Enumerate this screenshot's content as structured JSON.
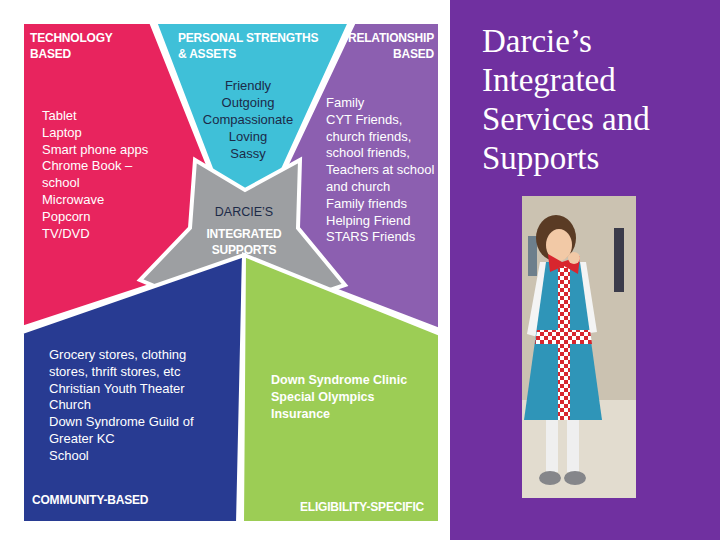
{
  "diagram": {
    "title": "Darcie’s Integrated Services and Supports",
    "nodes": [
      {
        "text": [
          "TECHNOLOGY BASED",
          "Tablet",
          "Laptop",
          "Smart phone apps",
          "Chrome Book – school",
          "Microwave",
          "Popcorn",
          "TV/DVD"
        ]
      },
      {
        "text": [
          "PERSONAL STRENGTHS & ASSETS",
          "Friendly",
          "Outgoing",
          "Compassionate",
          "Loving",
          "Sassy"
        ]
      },
      {
        "text": [
          "RELATIONSHIP BASED",
          "Family",
          "CYT Friends,",
          "church friends,",
          "school friends,",
          "Teachers at school and church",
          "Family friends",
          "Helping Friend",
          "STARS Friends"
        ]
      },
      {
        "text": [
          "DARCIE’S",
          "INTEGRATED SUPPORTS"
        ]
      },
      {
        "text": [
          "Grocery stores, clothing stores, thrift stores, etc",
          "Christian Youth Theater",
          "Church",
          "Down Syndrome Guild of Greater KC",
          "School",
          "COMMUNITY-BASED"
        ]
      },
      {
        "text": [
          "Down Syndrome Clinic",
          "Special Olympics",
          "Insurance",
          "ELIGIBILITY-SPECIFIC"
        ]
      }
    ]
  }
}
